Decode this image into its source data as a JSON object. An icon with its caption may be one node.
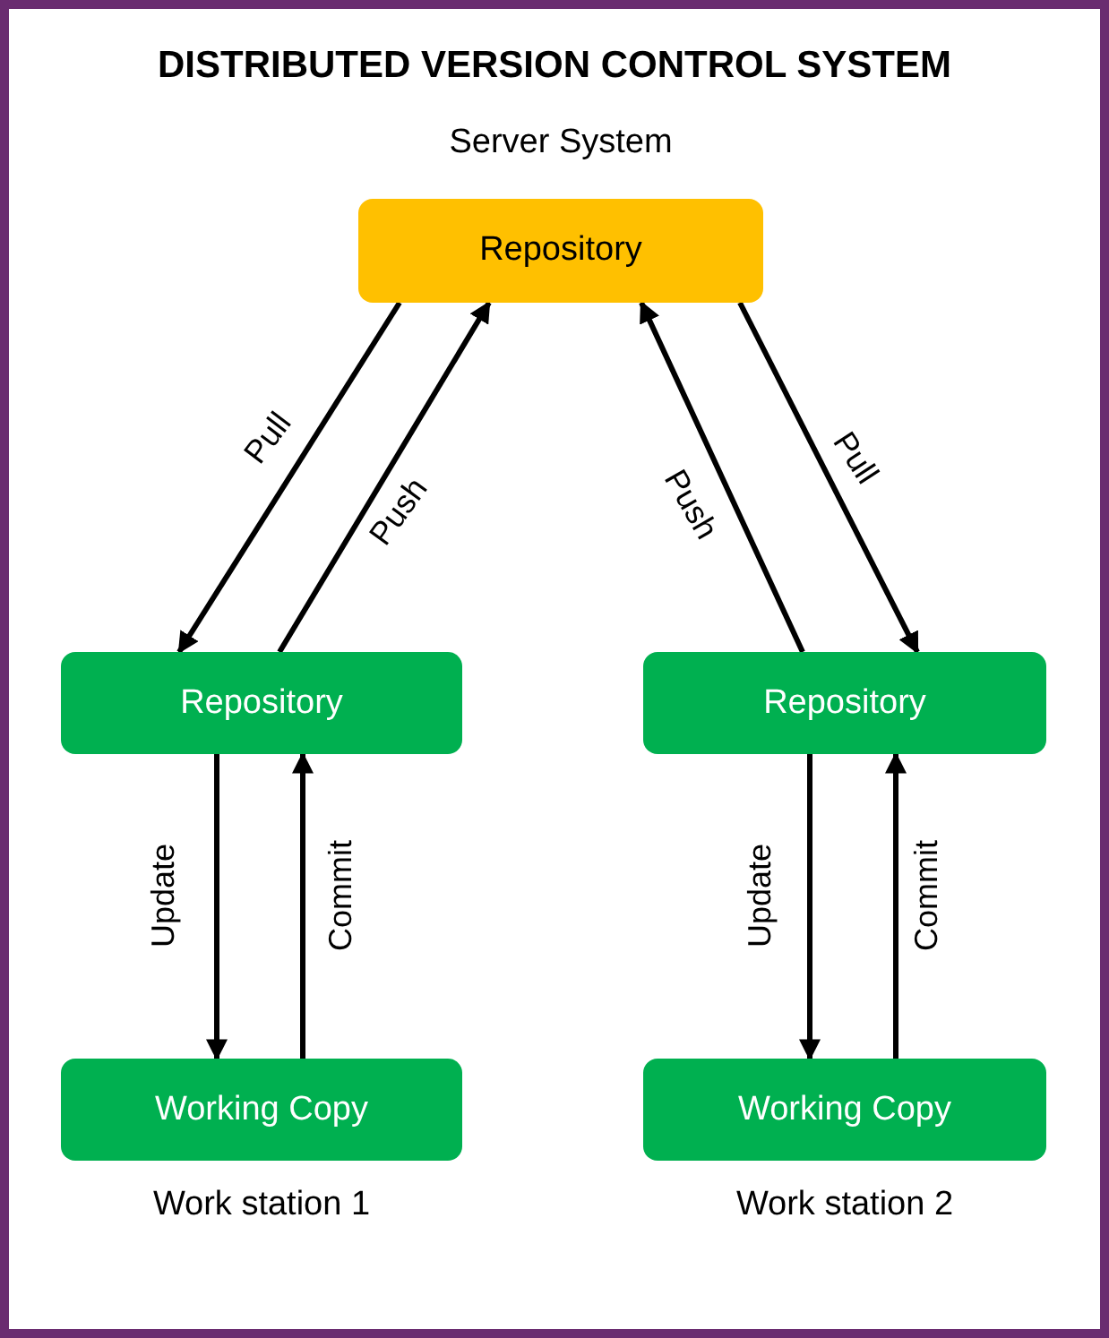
{
  "diagram": {
    "title": "DISTRIBUTED VERSION CONTROL SYSTEM",
    "nodes": [
      {
        "text": [
          "Repository"
        ],
        "beside": [
          "Server System"
        ]
      },
      {
        "text": [
          "Repository"
        ]
      },
      {
        "text": [
          "Repository"
        ]
      },
      {
        "text": [
          "Working Copy"
        ],
        "beside": [
          "Work station 1"
        ]
      },
      {
        "text": [
          "Working Copy"
        ],
        "beside": [
          "Work station 2"
        ]
      }
    ],
    "edges": [
      {
        "from": 0,
        "to": 1,
        "arrow": "to",
        "label": "Pull"
      },
      {
        "from": 1,
        "to": 0,
        "arrow": "to",
        "label": "Push"
      },
      {
        "from": 2,
        "to": 0,
        "arrow": "to",
        "label": "Push"
      },
      {
        "from": 0,
        "to": 2,
        "arrow": "to",
        "label": "Pull"
      },
      {
        "from": 1,
        "to": 3,
        "arrow": "to",
        "label": "Update"
      },
      {
        "from": 3,
        "to": 1,
        "arrow": "to",
        "label": "Commit"
      },
      {
        "from": 2,
        "to": 4,
        "arrow": "to",
        "label": "Update"
      },
      {
        "from": 4,
        "to": 2,
        "arrow": "to",
        "label": "Commit"
      }
    ]
  }
}
